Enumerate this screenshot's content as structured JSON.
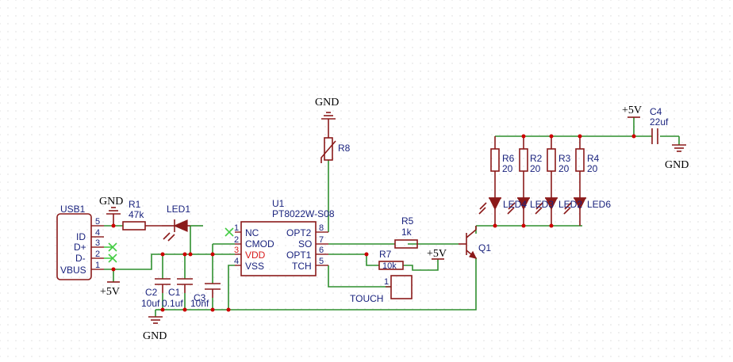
{
  "power": {
    "gnd": "GND",
    "vcc": "+5V"
  },
  "usb": {
    "ref": "USB1",
    "pins": [
      {
        "num": "5",
        "name": ""
      },
      {
        "num": "4",
        "name": "ID"
      },
      {
        "num": "3",
        "name": "D+"
      },
      {
        "num": "2",
        "name": "D-"
      },
      {
        "num": "1",
        "name": "VBUS"
      }
    ]
  },
  "r1": {
    "ref": "R1",
    "value": "47k"
  },
  "led1": {
    "ref": "LED1"
  },
  "c2": {
    "ref": "C2",
    "value": "10uf"
  },
  "c1": {
    "ref": "C1",
    "value": "0.1uf"
  },
  "c3": {
    "ref": "C3",
    "value": "10nf"
  },
  "u1": {
    "ref": "U1",
    "part": "PT8022W-S08",
    "left_pins": [
      {
        "num": "1",
        "name": "NC"
      },
      {
        "num": "2",
        "name": "CMOD"
      },
      {
        "num": "3",
        "name": "VDD"
      },
      {
        "num": "4",
        "name": "VSS"
      }
    ],
    "right_pins": [
      {
        "num": "8",
        "name": "OPT2"
      },
      {
        "num": "7",
        "name": "SO"
      },
      {
        "num": "6",
        "name": "OPT1"
      },
      {
        "num": "5",
        "name": "TCH"
      }
    ]
  },
  "r8": {
    "ref": "R8"
  },
  "r5": {
    "ref": "R5",
    "value": "1k"
  },
  "r7": {
    "ref": "R7",
    "value": "10k"
  },
  "touch": {
    "ref": "TOUCH",
    "pin": "1"
  },
  "q1": {
    "ref": "Q1"
  },
  "c4": {
    "ref": "C4",
    "value": "22uf"
  },
  "r6": {
    "ref": "R6",
    "value": "20"
  },
  "r2": {
    "ref": "R2",
    "value": "20"
  },
  "r3": {
    "ref": "R3",
    "value": "20"
  },
  "r4": {
    "ref": "R4",
    "value": "20"
  },
  "leds_bottom": {
    "ref_a": "LED4",
    "ref_b": "LED3",
    "ref_c": "LED2",
    "ref_d": "LED6"
  },
  "colors": {
    "wire": "#2f8f2f",
    "symbol": "#8b1a1a",
    "label": "#1a237e",
    "junction": "#cc0000",
    "power_pin": "#d81b1b"
  }
}
